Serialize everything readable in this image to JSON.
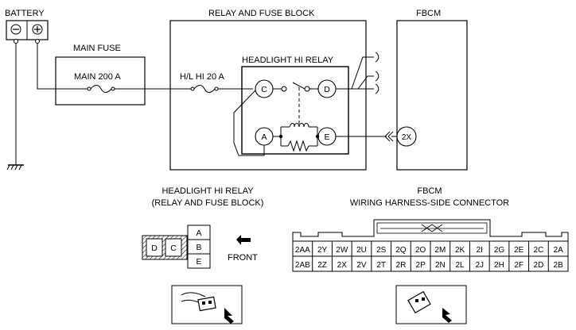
{
  "labels": {
    "battery": "BATTERY",
    "minus": "⊖",
    "plus": "⊕",
    "main_fuse": "MAIN FUSE",
    "main_fuse_rating": "MAIN 200 A",
    "relay_block": "RELAY AND FUSE BLOCK",
    "fbcm": "FBCM",
    "hl_fuse": "H/L HI 20 A",
    "relay": "HEADLIGHT HI RELAY",
    "term_A": "A",
    "term_C": "C",
    "term_D": "D",
    "term_E": "E",
    "term_2X": "2X"
  },
  "relay_connector": {
    "title1": "HEADLIGHT HI RELAY",
    "title2": "(RELAY AND FUSE BLOCK)",
    "left_cells": [
      "D",
      "C"
    ],
    "right_cells": [
      "A",
      "B",
      "E"
    ],
    "front_label": "FRONT"
  },
  "fbcm_connector": {
    "title1": "FBCM",
    "title2": "WIRING HARNESS-SIDE CONNECTOR",
    "row1": [
      "2AA",
      "2Y",
      "2W",
      "2U",
      "2S",
      "2Q",
      "2O",
      "2M",
      "2K",
      "2I",
      "2G",
      "2E",
      "2C",
      "2A"
    ],
    "row2": [
      "2AB",
      "2Z",
      "2X",
      "2V",
      "2T",
      "2R",
      "2P",
      "2N",
      "2L",
      "2J",
      "2H",
      "2F",
      "2D",
      "2B"
    ]
  }
}
